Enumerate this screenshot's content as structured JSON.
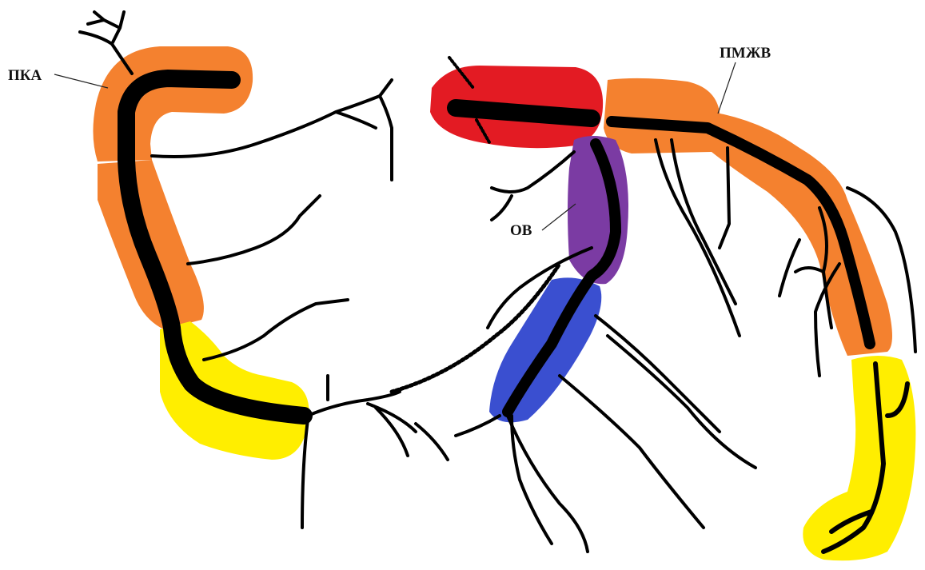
{
  "labels": {
    "rca": "ПКА",
    "cx": "ОВ",
    "lad": "ПМЖВ"
  },
  "colors": {
    "orange": "#f4812f",
    "yellow": "#ffee00",
    "red": "#e31b23",
    "purple": "#7b3ba3",
    "blue": "#3a4fd0",
    "vessel": "#000000",
    "background": "#ffffff"
  }
}
